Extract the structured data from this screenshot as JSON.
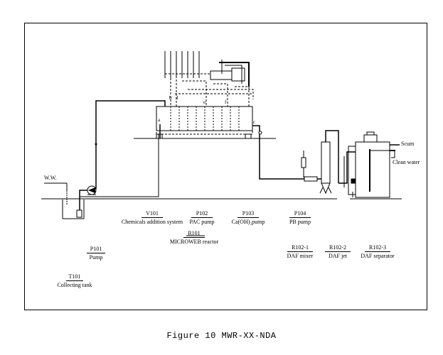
{
  "figure": {
    "caption": "Figure 10 MWR-XX-NDA"
  },
  "equipment": [
    {
      "code": "V101",
      "name": "Chemicals addition system"
    },
    {
      "code": "P102",
      "name": "PAC pump"
    },
    {
      "code": "P103",
      "name": "Ca(OH)₂pump"
    },
    {
      "code": "P104",
      "name": "PB pump"
    },
    {
      "code": "R101",
      "name": "MICROWEB reactor"
    },
    {
      "code": "R102-1",
      "name": "DAF mixer"
    },
    {
      "code": "R102-2",
      "name": "DAF jet"
    },
    {
      "code": "R102-3",
      "name": "DAF separator"
    },
    {
      "code": "P101",
      "name": "Pump"
    },
    {
      "code": "T101",
      "name": "Collecting tank"
    }
  ],
  "streams": {
    "inlet": "W.W.",
    "scum": "Scum",
    "clean_water": "Clean water"
  },
  "points": [
    "a",
    "b",
    "d",
    "e",
    "f",
    "c"
  ]
}
